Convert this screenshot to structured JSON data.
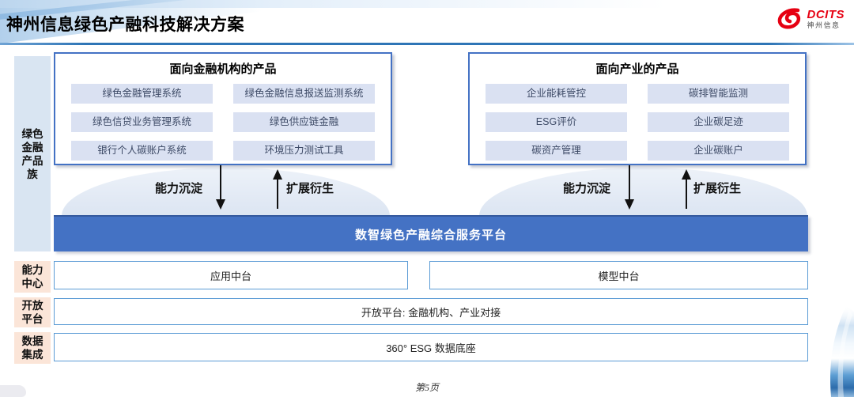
{
  "header": {
    "title": "神州信息绿色产融科技解决方案",
    "logo": {
      "brand": "DCITS",
      "brand_cn": "神州信息"
    }
  },
  "sidebar": {
    "family": {
      "label": "绿色金融产品族",
      "lines": [
        "绿色",
        "金融",
        "产品",
        "族"
      ]
    },
    "rows": [
      {
        "label": "能力中心",
        "lines": [
          "能力",
          "中心"
        ]
      },
      {
        "label": "开放平台",
        "lines": [
          "开放",
          "平台"
        ]
      },
      {
        "label": "数据集成",
        "lines": [
          "数据",
          "集成"
        ]
      }
    ]
  },
  "product_boxes": [
    {
      "title": "面向金融机构的产品",
      "items": [
        "绿色金融管理系统",
        "绿色金融信息报送监测系统",
        "绿色信贷业务管理系统",
        "绿色供应链金融",
        "银行个人碳账户系统",
        "环境压力测试工具"
      ]
    },
    {
      "title": "面向产业的产品",
      "items": [
        "企业能耗管控",
        "碳排智能监测",
        "ESG评价",
        "企业碳足迹",
        "碳资产管理",
        "企业碳账户"
      ]
    }
  ],
  "flows": {
    "down_label": "能力沉淀",
    "up_label": "扩展衍生"
  },
  "platform": {
    "label": "数智绿色产融综合服务平台"
  },
  "middle": {
    "capability": [
      {
        "label": "应用中台"
      },
      {
        "label": "模型中台"
      }
    ],
    "open_platform": "开放平台: 金融机构、产业对接",
    "data_base": "360° ESG 数据底座"
  },
  "footer": {
    "page": "第5页"
  },
  "colors": {
    "accent_blue": "#4472c4",
    "row_border_blue": "#5b9bd5",
    "item_bg": "#dae1f2",
    "sidebar_blue_bg": "#d9e5f2",
    "sidebar_peach_bg": "#fbe5d8",
    "platform_text": "#ffffff",
    "logo_red": "#e60012",
    "rule_blue": "#2e75b6"
  }
}
